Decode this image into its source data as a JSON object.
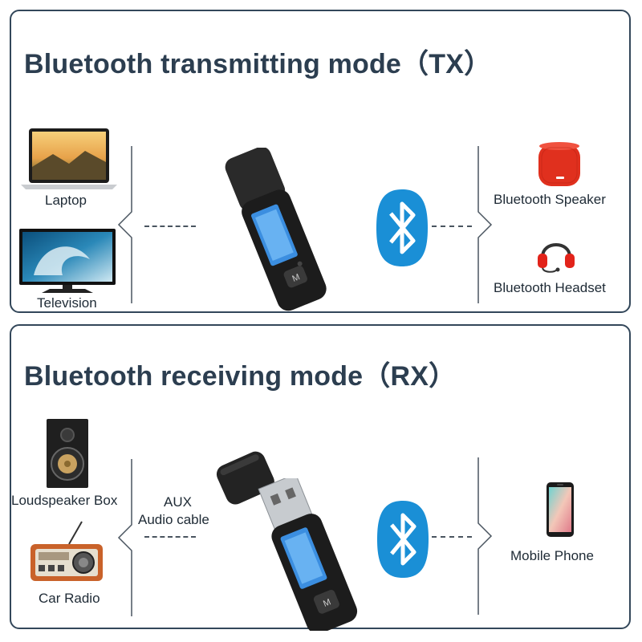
{
  "tx": {
    "title": "Bluetooth transmitting mode（TX）",
    "left_devices": [
      {
        "label": "Laptop",
        "icon": "laptop-icon"
      },
      {
        "label": "Television",
        "icon": "television-icon"
      }
    ],
    "right_devices": [
      {
        "label": "Bluetooth Speaker",
        "icon": "speaker-icon"
      },
      {
        "label": "Bluetooth Headset",
        "icon": "headset-icon"
      }
    ]
  },
  "rx": {
    "title": "Bluetooth receiving mode（RX）",
    "left_devices": [
      {
        "label": "Loudspeaker Box",
        "icon": "loudspeaker-box-icon"
      },
      {
        "label": "Car Radio",
        "icon": "car-radio-icon"
      }
    ],
    "cable_label": [
      "AUX",
      "Audio cable"
    ],
    "right_devices": [
      {
        "label": "Mobile Phone",
        "icon": "mobile-phone-icon"
      }
    ]
  },
  "colors": {
    "border": "#33475a",
    "title": "#2c3e50",
    "bluetooth": "#1a8fd6"
  }
}
